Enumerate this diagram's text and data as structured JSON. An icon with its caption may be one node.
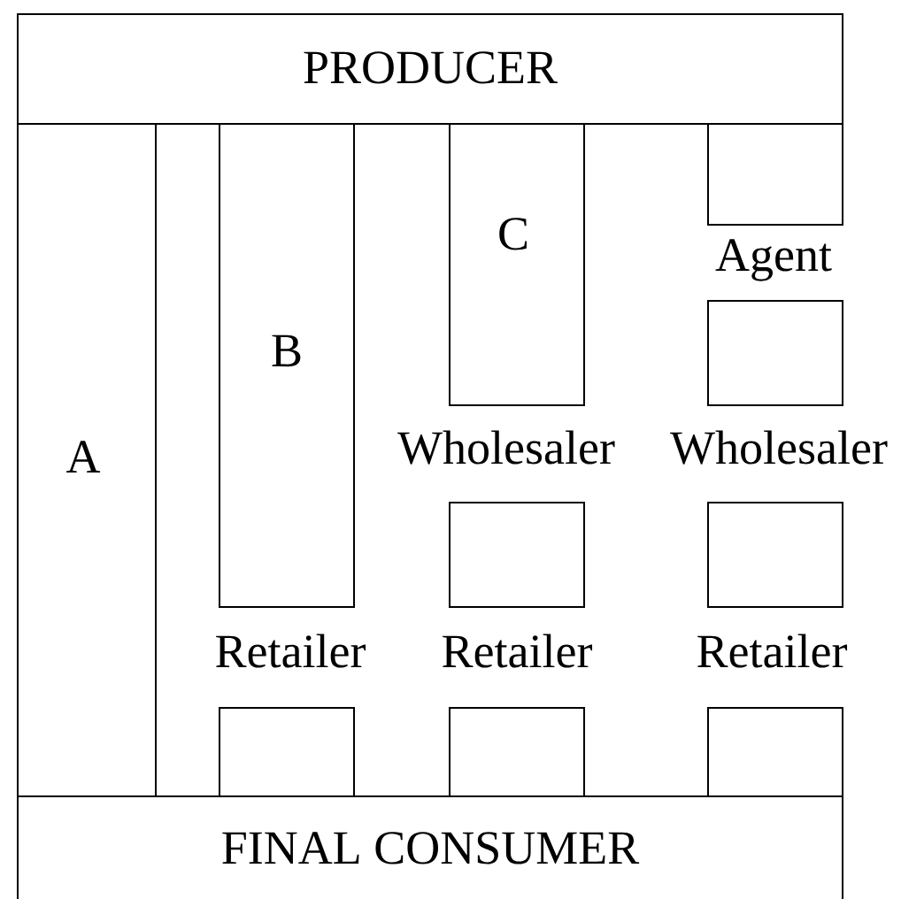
{
  "diagram": {
    "nodes": [
      {
        "text": [
          "PRODUCER"
        ]
      },
      {
        "text": [
          "A"
        ]
      },
      {
        "text": [
          "B"
        ]
      },
      {
        "text": [
          "C"
        ]
      },
      {
        "text": [],
        "shape": "box"
      },
      {
        "text": [],
        "shape": "box"
      },
      {
        "text": [],
        "shape": "box"
      },
      {
        "text": [],
        "shape": "box"
      },
      {
        "text": [],
        "shape": "box"
      },
      {
        "text": [],
        "shape": "box"
      },
      {
        "text": [],
        "shape": "box"
      },
      {
        "text": [
          "FINAL CONSUMER"
        ]
      }
    ],
    "labels": [
      "Agent",
      "Wholesaler",
      "Wholesaler",
      "Retailer",
      "Retailer",
      "Retailer"
    ]
  }
}
